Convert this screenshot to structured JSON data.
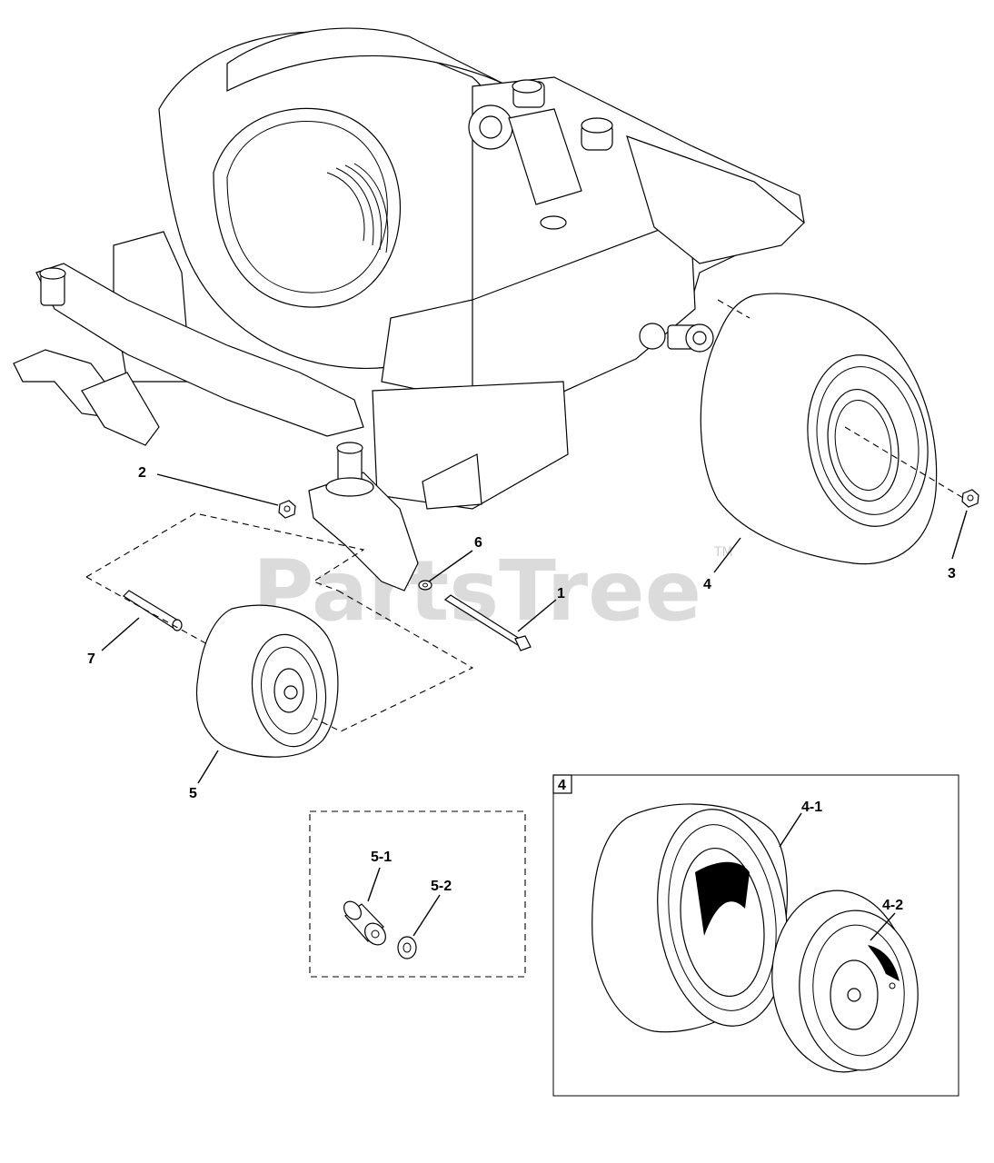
{
  "watermark": {
    "text": "PartsTree",
    "trademark": "TM"
  },
  "callouts": {
    "c1": "1",
    "c2": "2",
    "c3": "3",
    "c4": "4",
    "c5": "5",
    "c6": "6",
    "c7": "7",
    "c5_1": "5-1",
    "c5_2": "5-2",
    "c4_1": "4-1",
    "c4_2": "4-2"
  },
  "detail_box": {
    "tag": "4"
  },
  "colors": {
    "line": "#000000",
    "watermark": "#cfcfcf",
    "background": "#ffffff"
  }
}
